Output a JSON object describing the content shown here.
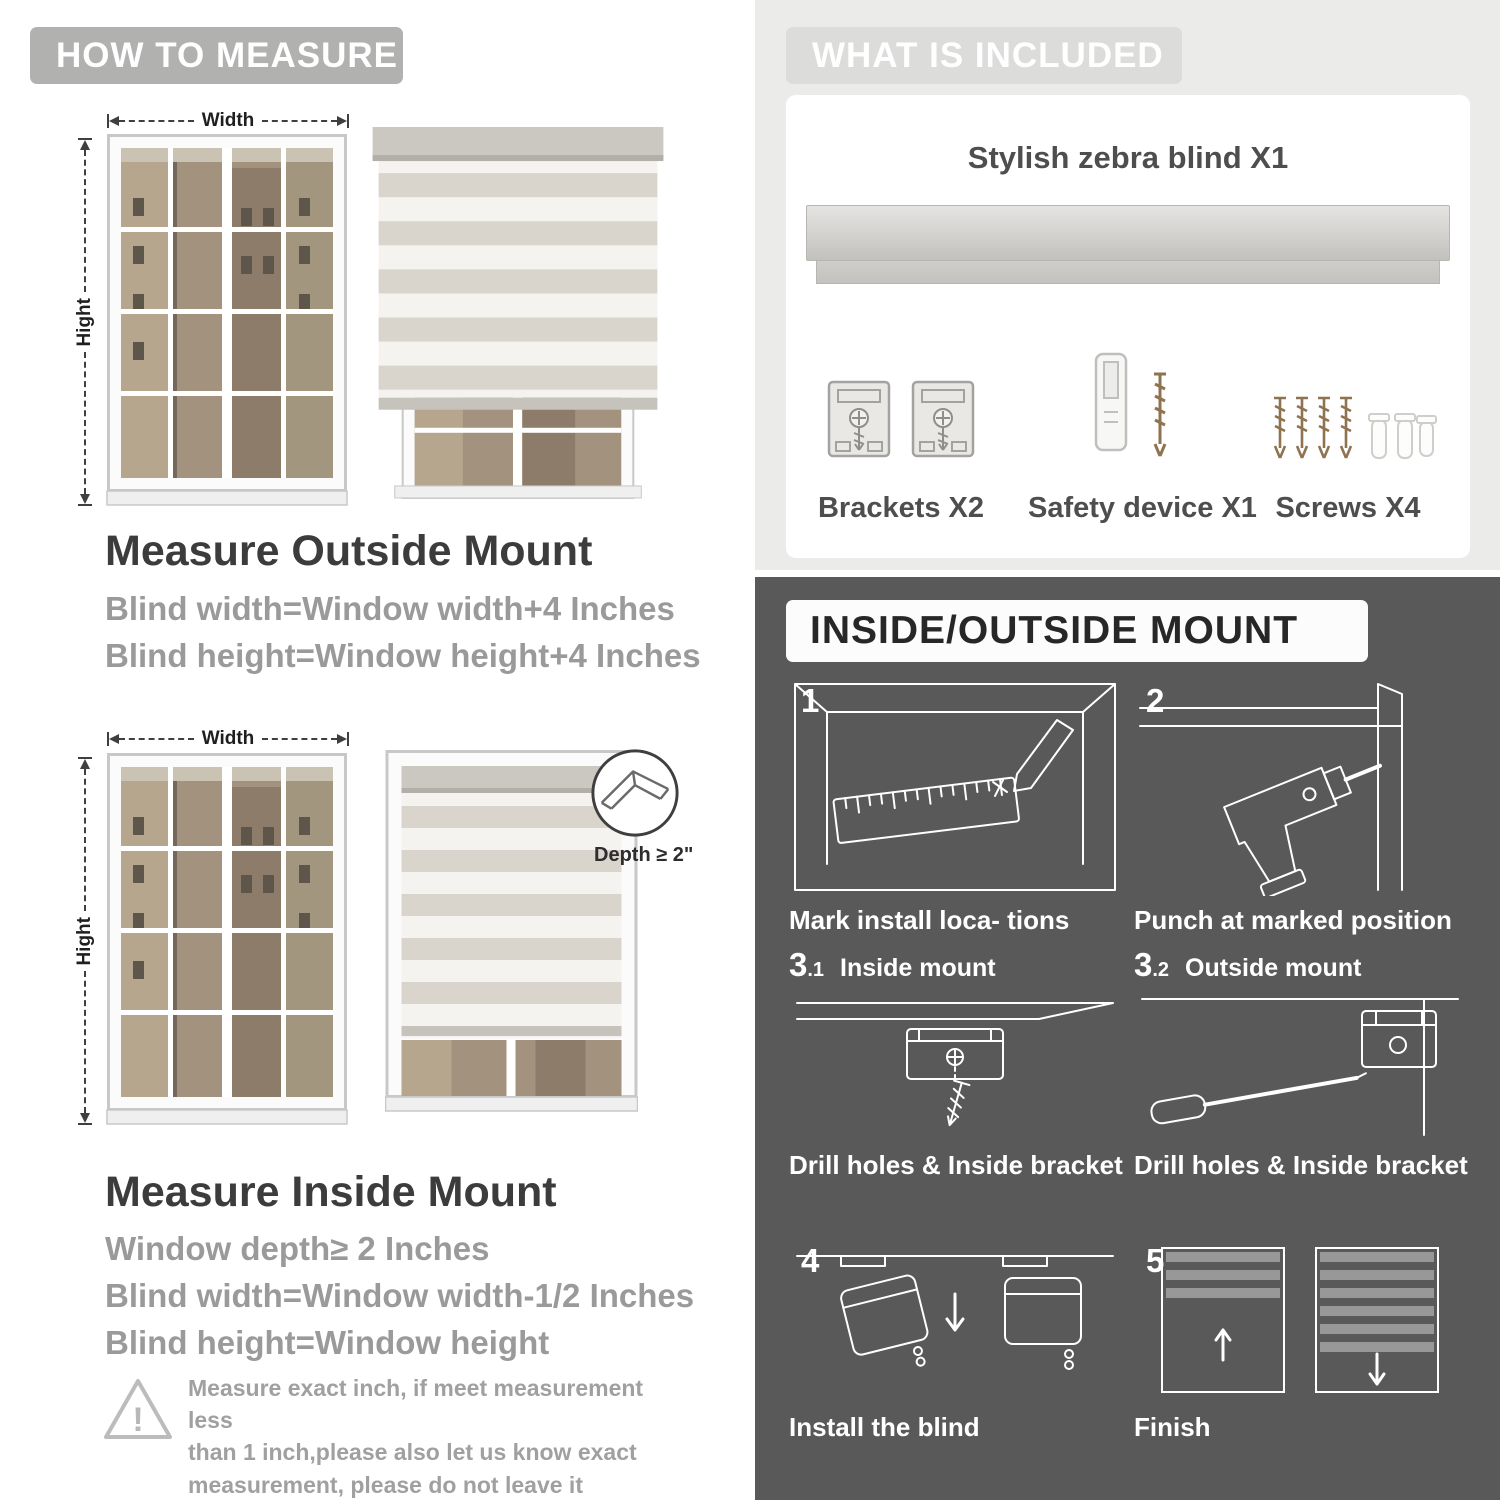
{
  "measure": {
    "header": "HOW TO MEASURE",
    "width_label": "Width",
    "height_label": "Hight",
    "outside": {
      "title": "Measure Outside Mount",
      "lines": [
        "Blind width=Window width+4 Inches",
        "Blind height=Window height+4 Inches"
      ]
    },
    "inside": {
      "depth_badge": "Depth ≥ 2\"",
      "title": "Measure Inside Mount",
      "lines": [
        "Window depth≥ 2 Inches",
        "Blind width=Window width-1/2 Inches",
        "Blind height=Window height"
      ]
    },
    "warning_mark": "!",
    "note": "Measure exact inch, if meet measurement less\nthan 1 inch,please also let us know exact\nmeasurement, please do not leave it"
  },
  "included": {
    "header": "WHAT IS INCLUDED",
    "blind_label": "Stylish zebra blind X1",
    "items": [
      {
        "label": "Brackets X2"
      },
      {
        "label": "Safety device X1"
      },
      {
        "label": "Screws X4"
      }
    ]
  },
  "mount": {
    "header": "INSIDE/OUTSIDE MOUNT",
    "steps": [
      {
        "num": "1",
        "caption": "Mark install loca- tions"
      },
      {
        "num": "2",
        "caption": "Punch at marked position"
      },
      {
        "num": "3",
        "sub": ".1",
        "title": "Inside mount",
        "caption": "Drill holes & Inside bracket"
      },
      {
        "num": "3",
        "sub": ".2",
        "title": "Outside mount",
        "caption": "Drill holes & Inside bracket"
      },
      {
        "num": "4",
        "caption": "Install the blind"
      },
      {
        "num": "5",
        "caption": "Finish"
      }
    ]
  }
}
